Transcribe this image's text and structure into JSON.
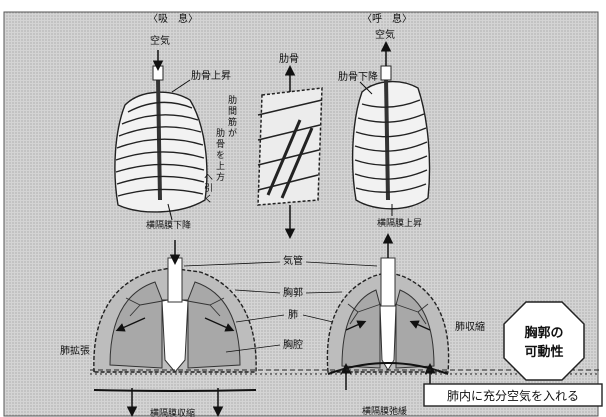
{
  "headings": {
    "inhale": "〈吸　息〉",
    "exhale": "〈呼　息〉"
  },
  "top": {
    "air_left": "空気",
    "rib_up": "肋骨上昇",
    "intercostal": [
      "肋",
      "間",
      "筋",
      "が",
      "肋",
      "骨",
      "を",
      "上",
      "方",
      "へ",
      "引",
      "く"
    ],
    "diaphragm_down": "横隔膜下降",
    "rib_center": "肋骨",
    "air_right": "空気",
    "rib_down": "肋骨下降",
    "diaphragm_up": "横隔膜上昇"
  },
  "bottom": {
    "trachea": "気管",
    "thorax": "胸郭",
    "lung": "肺",
    "cavity": "胸腔",
    "lung_expand": "肺拡張",
    "lung_contract": "肺収縮",
    "diaphragm_contract": "横隔膜収縮",
    "diaphragm_relax": "横隔膜弛緩"
  },
  "badge": {
    "line1": "胸郭の",
    "line2": "可動性"
  },
  "callout": "肺内に充分空気を入れる"
}
